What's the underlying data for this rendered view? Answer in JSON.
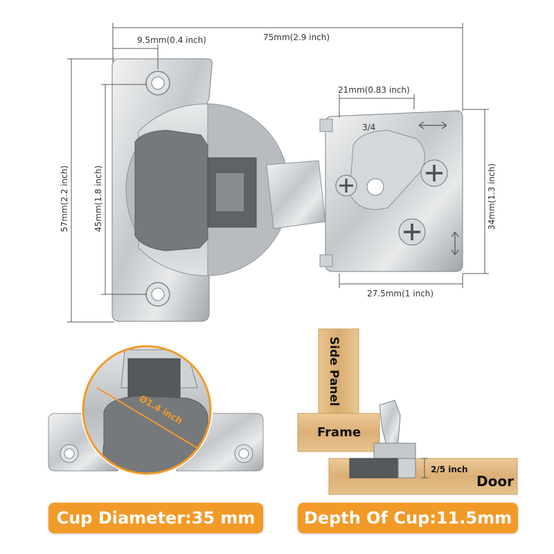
{
  "top_diagram": {
    "overall_width": "75mm(2.9 inch)",
    "hole_offset": "9.5mm(0.4 inch)",
    "overall_height": "57mm(2.2 inch)",
    "hole_spacing": "45mm(1.8 inch)",
    "arm_top_width": "21mm(0.83 inch)",
    "arm_height": "34mm(1.3 inch)",
    "arm_bottom_width": "27.5mm(1 inch)",
    "overlay_mark": "3/4"
  },
  "cup_detail": {
    "diameter_label": "Ø1.4 inch",
    "caption": "Cup Diameter:35 mm"
  },
  "install_detail": {
    "side_panel": "Side Panel",
    "frame": "Frame",
    "door": "Door",
    "thickness": "2/5 inch",
    "caption": "Depth Of Cup:11.5mm"
  },
  "colors": {
    "accent": "#f29a28",
    "metal": "#c9cccf",
    "cup": "#7b7e80",
    "wood": "#e6c08a"
  }
}
